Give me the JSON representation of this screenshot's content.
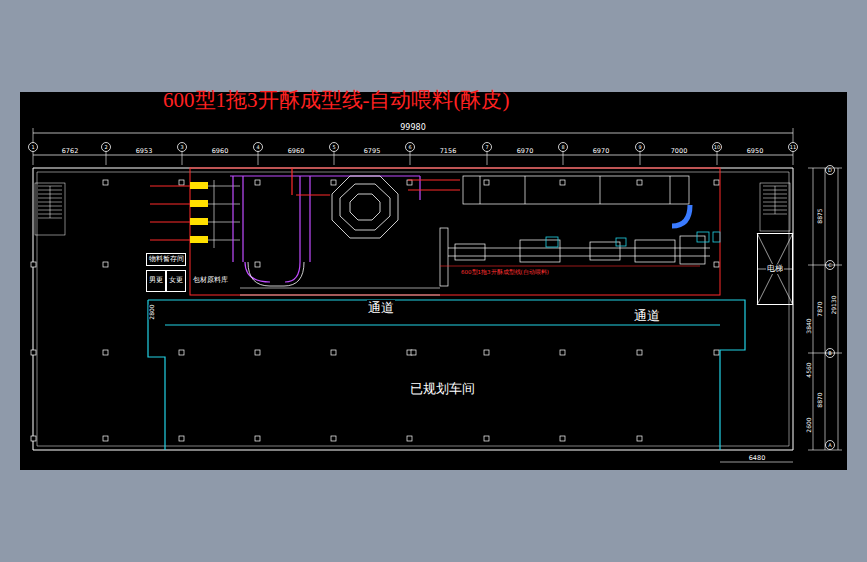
{
  "diagram": {
    "title": "600型1拖3开酥成型线-自动喂料(酥皮)",
    "nodes": [
      {
        "text": [
          "已规划车间"
        ]
      },
      {
        "text": [
          "电梯"
        ]
      },
      {
        "text": [
          "物料暂存间"
        ]
      },
      {
        "text": [
          "男更"
        ]
      },
      {
        "text": [
          "女更"
        ]
      },
      {
        "text": [
          "包材原料库"
        ]
      }
    ],
    "labels": [
      "99980",
      "6762",
      "6953",
      "6960",
      "6960",
      "6795",
      "7156",
      "6970",
      "6970",
      "7000",
      "6950",
      "1",
      "2",
      "3",
      "4",
      "5",
      "6",
      "7",
      "8",
      "9",
      "10",
      "11",
      "D",
      "C",
      "B",
      "A",
      "8875",
      "29130",
      "7870",
      "3840",
      "4560",
      "8870",
      "2600",
      "6480",
      "2800",
      "通道",
      "通道",
      "600型1拖3开酥成型线(自动喂料)"
    ]
  }
}
